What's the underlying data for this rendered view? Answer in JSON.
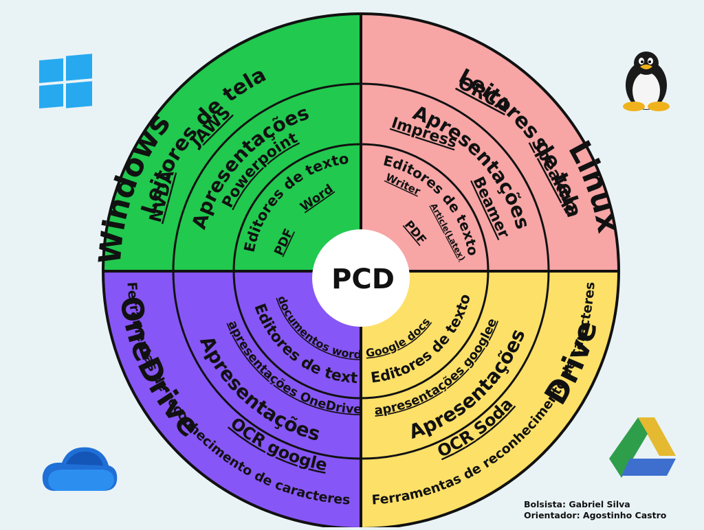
{
  "center": {
    "label": "PCD"
  },
  "platforms": {
    "windows": {
      "name": "Windows",
      "color": "#21c94f",
      "icon": "windows-logo-icon",
      "screen_readers": {
        "category": "Leitores de tela",
        "items": [
          "JAWS",
          "NVDA"
        ]
      },
      "presentations": {
        "category": "Apresentações",
        "items": [
          "Powerpoint"
        ]
      },
      "text_editors": {
        "category": "Editores de texto",
        "items": [
          "Word",
          "PDF"
        ]
      }
    },
    "linux": {
      "name": "Linux",
      "color": "#f7a5a5",
      "icon": "tux-penguin-icon",
      "screen_readers": {
        "category": "Leitores de tela",
        "items": [
          "ORCA",
          "Speakup"
        ]
      },
      "presentations": {
        "category": "Apresentações",
        "items": [
          "Impress",
          "Beamer"
        ]
      },
      "text_editors": {
        "category": "Editores de texto",
        "items": [
          "Writer",
          "Article(Latex)",
          "PDF"
        ]
      }
    },
    "onedrive": {
      "name": "OneDrive",
      "color": "#8756f6",
      "icon": "onedrive-cloud-icon",
      "ocr": {
        "category": "Ferramentas de reconhecimento de caracteres",
        "items": [
          "OCR google"
        ]
      },
      "presentations": {
        "category": "Apresentações",
        "items": [
          "apresentações OneDrive"
        ]
      },
      "text_editors": {
        "category": "Editores de texto",
        "items": [
          "documentos word"
        ]
      }
    },
    "drive": {
      "name": "Drive",
      "color": "#fde068",
      "icon": "google-drive-icon",
      "ocr": {
        "category": "Ferramentas de reconhecimento de caracteres",
        "items": [
          "OCR Soda"
        ]
      },
      "presentations": {
        "category": "Apresentações",
        "items": [
          "apresentações googlee"
        ]
      },
      "text_editors": {
        "category": "Editores de texto",
        "items": [
          "Google docs"
        ]
      }
    }
  },
  "credits": {
    "scholar": "Bolsista: Gabriel Silva",
    "advisor": "Orientador: Agostinho Castro"
  }
}
